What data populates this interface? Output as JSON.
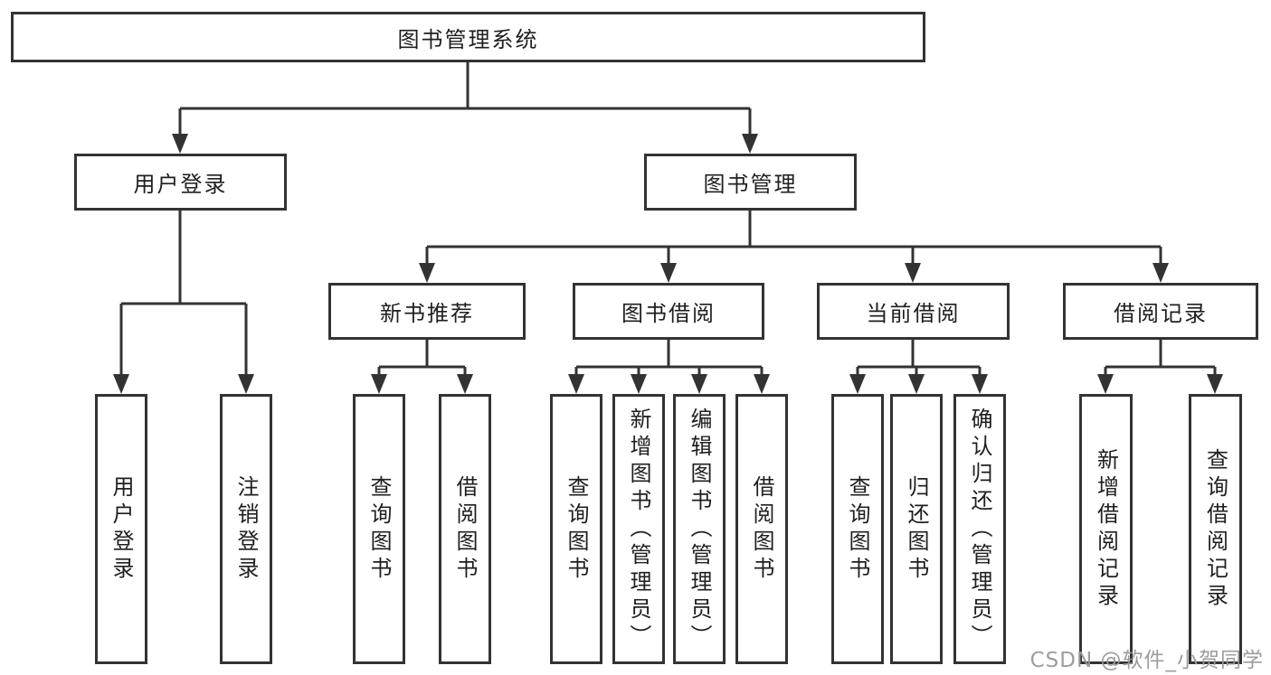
{
  "diagram": {
    "title": "图书管理系统",
    "level2": [
      {
        "id": "user-login",
        "label": "用户登录"
      },
      {
        "id": "book-management",
        "label": "图书管理"
      }
    ],
    "level3": [
      {
        "id": "new-book-recommend",
        "label": "新书推荐"
      },
      {
        "id": "book-borrow",
        "label": "图书借阅"
      },
      {
        "id": "current-borrow",
        "label": "当前借阅"
      },
      {
        "id": "borrow-records",
        "label": "借阅记录"
      }
    ],
    "leaves": [
      {
        "id": "user-login-leaf",
        "label": "用户登录"
      },
      {
        "id": "logout",
        "label": "注销登录"
      },
      {
        "id": "query-book-rec",
        "label": "查询图书"
      },
      {
        "id": "borrow-book-rec",
        "label": "借阅图书"
      },
      {
        "id": "query-book-borrow",
        "label": "查询图书"
      },
      {
        "id": "add-book-admin",
        "label": "新增图书（管理员）"
      },
      {
        "id": "edit-book-admin",
        "label": "编辑图书（管理员）"
      },
      {
        "id": "borrow-book",
        "label": "借阅图书"
      },
      {
        "id": "query-book-current",
        "label": "查询图书"
      },
      {
        "id": "return-book",
        "label": "归还图书"
      },
      {
        "id": "confirm-return-admin",
        "label": "确认归还（管理员）"
      },
      {
        "id": "add-borrow-record",
        "label": "新增借阅记录"
      },
      {
        "id": "query-borrow-record",
        "label": "查询借阅记录"
      }
    ],
    "line_color": "#333333"
  },
  "watermark": "CSDN @软件_小贺同学"
}
